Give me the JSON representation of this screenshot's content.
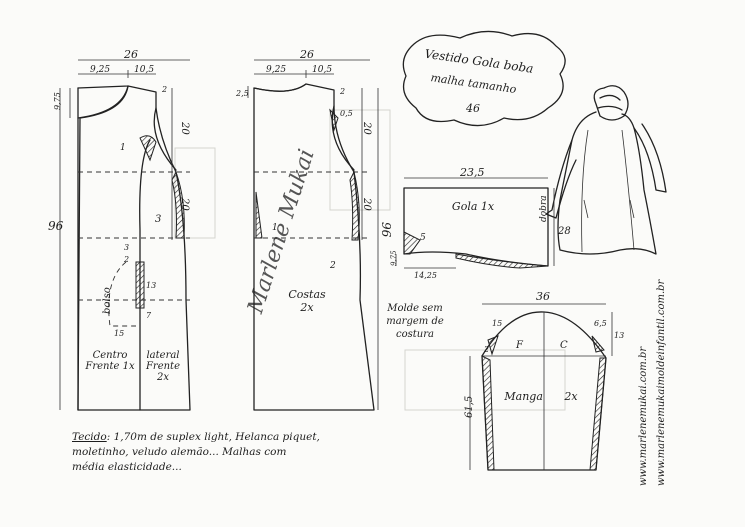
{
  "title": {
    "line1": "Vestido Gola boba",
    "line2": "malha tamanho",
    "size": "46"
  },
  "front": {
    "width_top": "26",
    "neck": "9,25",
    "shoulder": "10,5",
    "neck_drop": "9,75",
    "shoulder_drop": "2",
    "armhole": "20",
    "side": "20",
    "length": "96",
    "mark1": "1",
    "mark3": "3",
    "pocket_label": "bolso",
    "pocket_3": "3",
    "pocket_2": "2",
    "pocket_13": "13",
    "pocket_15": "15",
    "pocket_7": "7",
    "center_label": "Centro Frente 1x",
    "lateral_label": "lateral Frente 2x"
  },
  "back": {
    "width_top": "26",
    "neck": "9,25",
    "shoulder": "10,5",
    "neck_drop": "2,5",
    "shoulder_drop": "2",
    "armhole_curve": "0,5",
    "armhole": "20",
    "side": "20",
    "length": "96",
    "mark1": "1",
    "mark2": "2",
    "label": "Costas 2x"
  },
  "collar": {
    "width": "23,5",
    "height": "28",
    "fold": "dobra",
    "label": "Gola 1x",
    "mark5": "5",
    "side_drop": "9,75",
    "bottom": "14,25"
  },
  "sleeve": {
    "width": "36",
    "cap_left": "15",
    "cap_right": "6,5",
    "cap_height": "13",
    "length": "61,5",
    "mark2": "2",
    "label_f": "F",
    "label_c": "C",
    "label": "Manga 2x"
  },
  "note": {
    "seam": "Molde sem margem de costura",
    "fabric_title": "Tecido",
    "fabric_line1": ": 1,70m de suplex light, Helanca piquet,",
    "fabric_line2": "moletinho, veludo alemão... Malhas com",
    "fabric_line3": "média elasticidade..."
  },
  "signature": "Marlene Mukai",
  "url1": "www.marlenemukai.com.br",
  "url2": "www.marlenemukaimoldeinfantil.com.br"
}
